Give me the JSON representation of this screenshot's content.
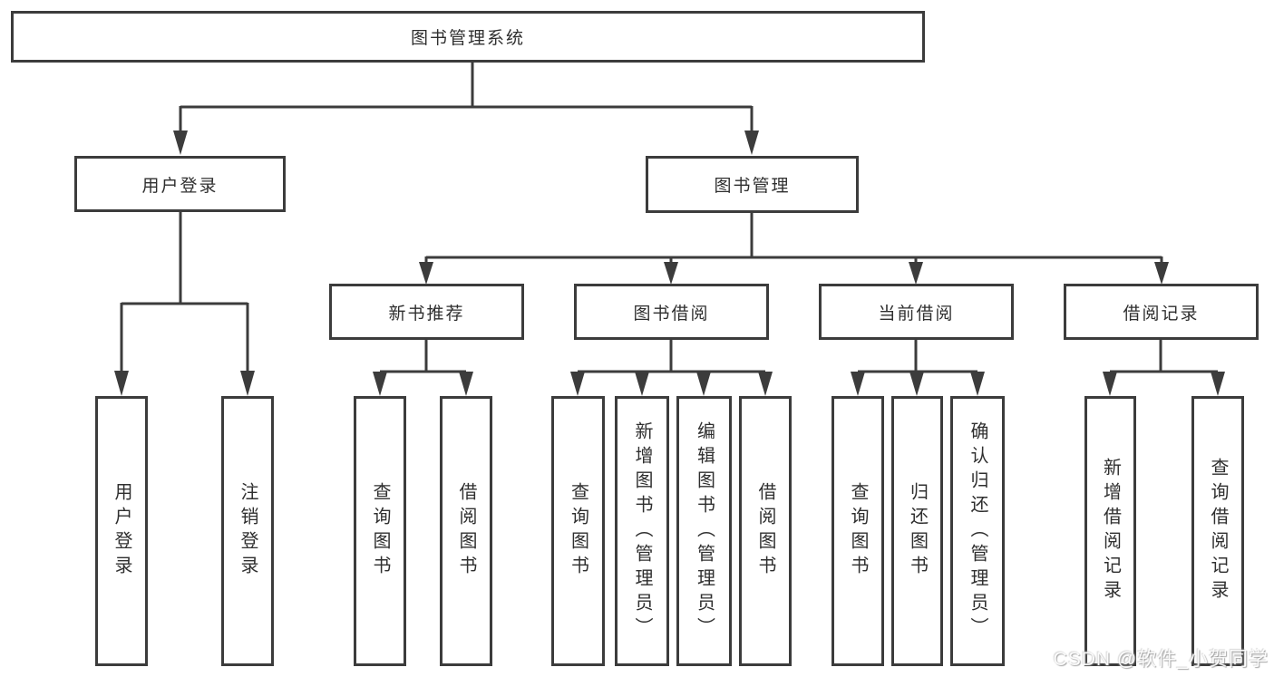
{
  "diagram": {
    "root": "图书管理系统",
    "level2": [
      "用户登录",
      "图书管理"
    ],
    "level3": [
      "新书推荐",
      "图书借阅",
      "当前借阅",
      "借阅记录"
    ],
    "leaves": {
      "login": [
        "用户登录",
        "注销登录"
      ],
      "newbook": [
        "查询图书",
        "借阅图书"
      ],
      "borrow": [
        "查询图书",
        "新增图书（管理员）",
        "编辑图书（管理员）",
        "借阅图书"
      ],
      "current": [
        "查询图书",
        "归还图书",
        "确认归还（管理员）"
      ],
      "records": [
        "新增借阅记录",
        "查询借阅记录"
      ]
    }
  },
  "watermark": "CSDN @软件_小贺同学",
  "colors": {
    "line": "#3c3c3c",
    "text": "#2f2f2f",
    "background": "#ffffff"
  }
}
